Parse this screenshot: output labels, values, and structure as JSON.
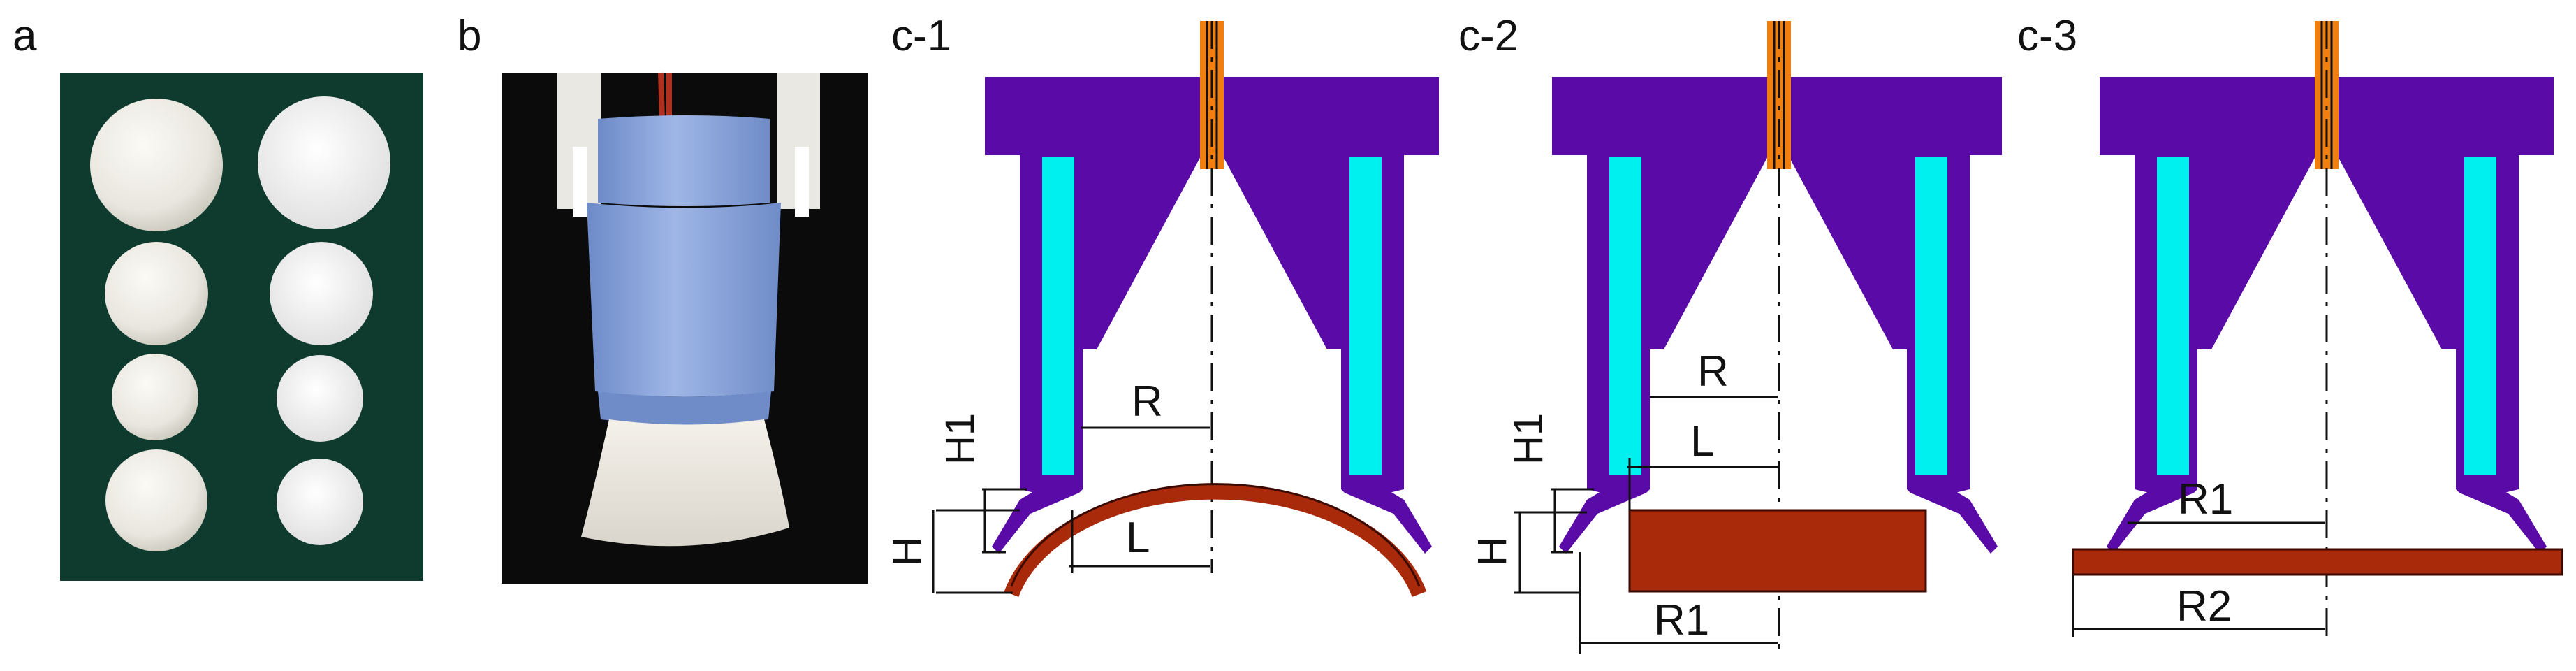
{
  "panels": {
    "a": {
      "letter": "a"
    },
    "b": {
      "letter": "b"
    },
    "c1": {
      "letter": "c-1",
      "labels": {
        "R": "R",
        "L": "L",
        "H": "H",
        "H1": "H1"
      }
    },
    "c2": {
      "letter": "c-2",
      "labels": {
        "R": "R",
        "L": "L",
        "H": "H",
        "H1": "H1",
        "R1": "R1"
      }
    },
    "c3": {
      "letter": "c-3",
      "labels": {
        "R1": "R1",
        "R2": "R2"
      }
    }
  },
  "colors": {
    "gripper_body": "#5a0aa6",
    "sensor_channel": "#00f0f0",
    "shaft": "#f07f10",
    "workpiece": "#a82a0a",
    "photo_background": "#0f3a2e",
    "gripper_skin": "#7f9ed8",
    "sphere": "#ecebe4"
  },
  "icons": [
    "gripper-cross-section",
    "vertical-shaft",
    "center-axis",
    "sensor-channel"
  ]
}
